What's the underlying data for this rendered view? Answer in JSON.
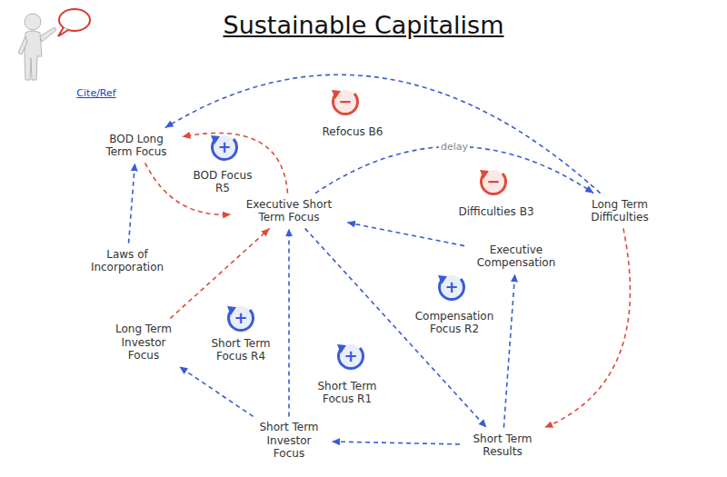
{
  "diagram": {
    "title": "Sustainable Capitalism",
    "nodes": [
      {
        "text": [
          "BOD Long Term Focus"
        ]
      },
      {
        "text": [
          "Executive Short Term Focus"
        ]
      },
      {
        "text": [
          "Laws of Incorporation"
        ]
      },
      {
        "text": [
          "Long Term Investor Focus"
        ]
      },
      {
        "text": [
          "Short Term Investor Focus"
        ]
      },
      {
        "text": [
          "Short Term Results"
        ]
      },
      {
        "text": [
          "Executive Compensation"
        ]
      },
      {
        "text": [
          "Long Term Difficulties"
        ]
      }
    ],
    "edges": [
      {
        "from": 7,
        "to": 0,
        "arrow": "to"
      },
      {
        "from": 1,
        "to": 0,
        "arrow": "to"
      },
      {
        "from": 0,
        "to": 1,
        "arrow": "to"
      },
      {
        "from": 2,
        "to": 0,
        "arrow": "to"
      },
      {
        "from": 1,
        "to": 7,
        "label": "delay",
        "arrow": "to"
      },
      {
        "from": 7,
        "to": 5,
        "arrow": "to"
      },
      {
        "from": 1,
        "to": 5,
        "arrow": "to"
      },
      {
        "from": 5,
        "to": 6,
        "arrow": "to"
      },
      {
        "from": 6,
        "to": 1,
        "arrow": "to"
      },
      {
        "from": 5,
        "to": 4,
        "arrow": "to"
      },
      {
        "from": 4,
        "to": 1,
        "arrow": "to"
      },
      {
        "from": 4,
        "to": 3,
        "arrow": "to"
      },
      {
        "from": 3,
        "to": 1,
        "arrow": "to"
      }
    ],
    "labels": [
      "Cite/Ref",
      "+",
      "BOD Focus R5",
      "−",
      "Refocus B6",
      "−",
      "Difficulties B3",
      "+",
      "Compensation Focus R2",
      "+",
      "Short Term Focus R4",
      "+",
      "Short Term Focus R1"
    ]
  }
}
